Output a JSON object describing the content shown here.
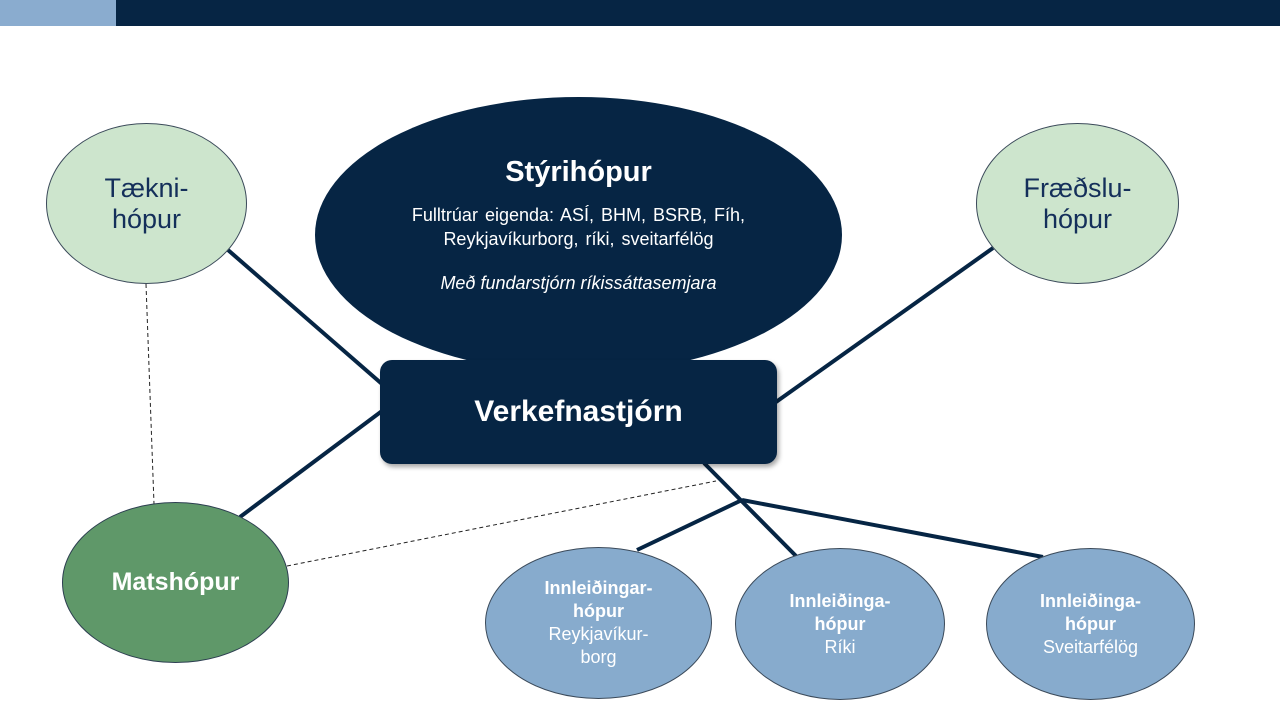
{
  "header": {
    "accent_color": "#8aaccf",
    "bar_color": "#062544"
  },
  "diagram": {
    "steering": {
      "title": "Stýrihópur",
      "description": "Fulltrúar eigenda: ASÍ, BHM, BSRB, Fíh, Reykjavíkurborg, ríki, sveitarfélög",
      "note": "Með fundarstjórn ríkissáttasemjara"
    },
    "project_management": {
      "label": "Verkefnastjórn"
    },
    "tech_group": {
      "line1": "Tækni-",
      "line2": "hópur"
    },
    "education_group": {
      "line1": "Fræðslu-",
      "line2": "hópur"
    },
    "evaluation_group": {
      "label": "Matshópur"
    },
    "implementation_groups": [
      {
        "line1": "Innleiðingar-",
        "line2": "hópur",
        "sub1": "Reykjavíkur-",
        "sub2": "borg"
      },
      {
        "line1": "Innleiðinga-",
        "line2": "hópur",
        "sub1": "Ríki",
        "sub2": ""
      },
      {
        "line1": "Innleiðinga-",
        "line2": "hópur",
        "sub1": "Sveitarfélög",
        "sub2": ""
      }
    ],
    "colors": {
      "navy": "#062544",
      "light_green": "#cde5cd",
      "dark_green": "#5f9869",
      "light_blue": "#87abcd"
    }
  }
}
